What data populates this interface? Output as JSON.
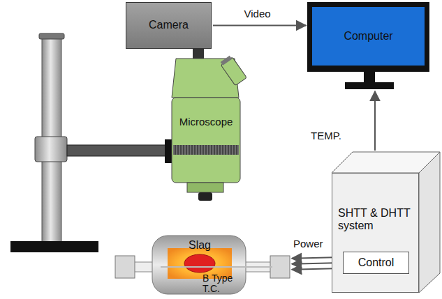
{
  "diagram": {
    "nodes": [
      {
        "text": [
          "Camera"
        ]
      },
      {
        "text": [
          "Computer"
        ]
      },
      {
        "text": [
          "Microscope"
        ]
      },
      {
        "text": [
          "SHTT & DHTT system"
        ]
      },
      {
        "text": [
          "Control"
        ],
        "in": 3
      },
      {
        "text": [
          "Slag"
        ]
      }
    ],
    "edges": [
      {
        "from": 0,
        "to": 1,
        "label": "Video",
        "arrow": "to"
      },
      {
        "from": 3,
        "to": 1,
        "label": "TEMP.",
        "arrow": "to"
      },
      {
        "from": 4,
        "to": 5,
        "label": "Power",
        "arrow": "to"
      }
    ],
    "labels": [
      "B Type T.C."
    ]
  }
}
